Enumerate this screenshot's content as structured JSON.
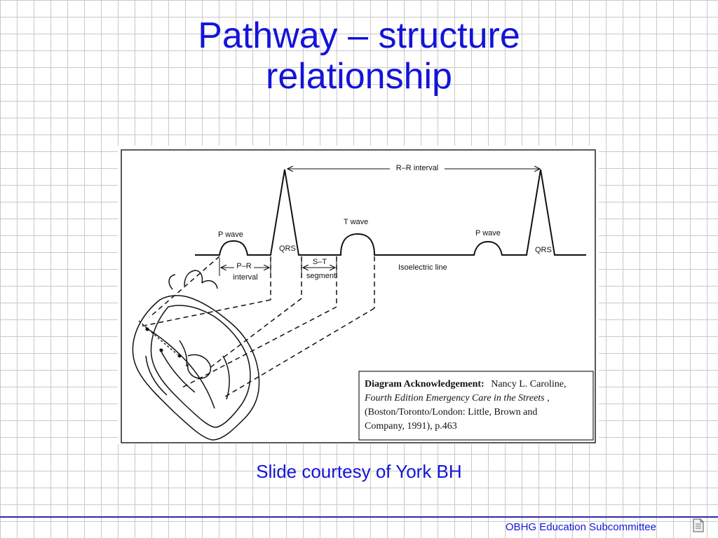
{
  "slide": {
    "title_line1": "Pathway – structure",
    "title_line2": "relationship",
    "caption": "Slide courtesy of York BH",
    "footer": "OBHG Education Subcommittee"
  },
  "diagram": {
    "labels": {
      "rr_interval": "R–R interval",
      "p_wave_1": "P wave",
      "p_wave_2": "P wave",
      "qrs_1": "QRS",
      "qrs_2": "QRS",
      "t_wave": "T wave",
      "pr_line1": "P–R",
      "pr_line2": "interval",
      "st_line1": "S–T",
      "st_line2": "segment",
      "isoelectric": "Isoelectric line"
    },
    "acknowledgement": {
      "label": "Diagram Acknowledgement:",
      "line1_rest": "Nancy L. Caroline,",
      "line2": "Fourth Edition Emergency Care in the Streets",
      "line2_tail": ",",
      "line3": "(Boston/Toronto/London:  Little, Brown and",
      "line4": "Company, 1991), p.463"
    }
  },
  "colors": {
    "title": "#1414d8",
    "grid": "#c9c9c9",
    "footer_rule": "#2a2aa8"
  }
}
